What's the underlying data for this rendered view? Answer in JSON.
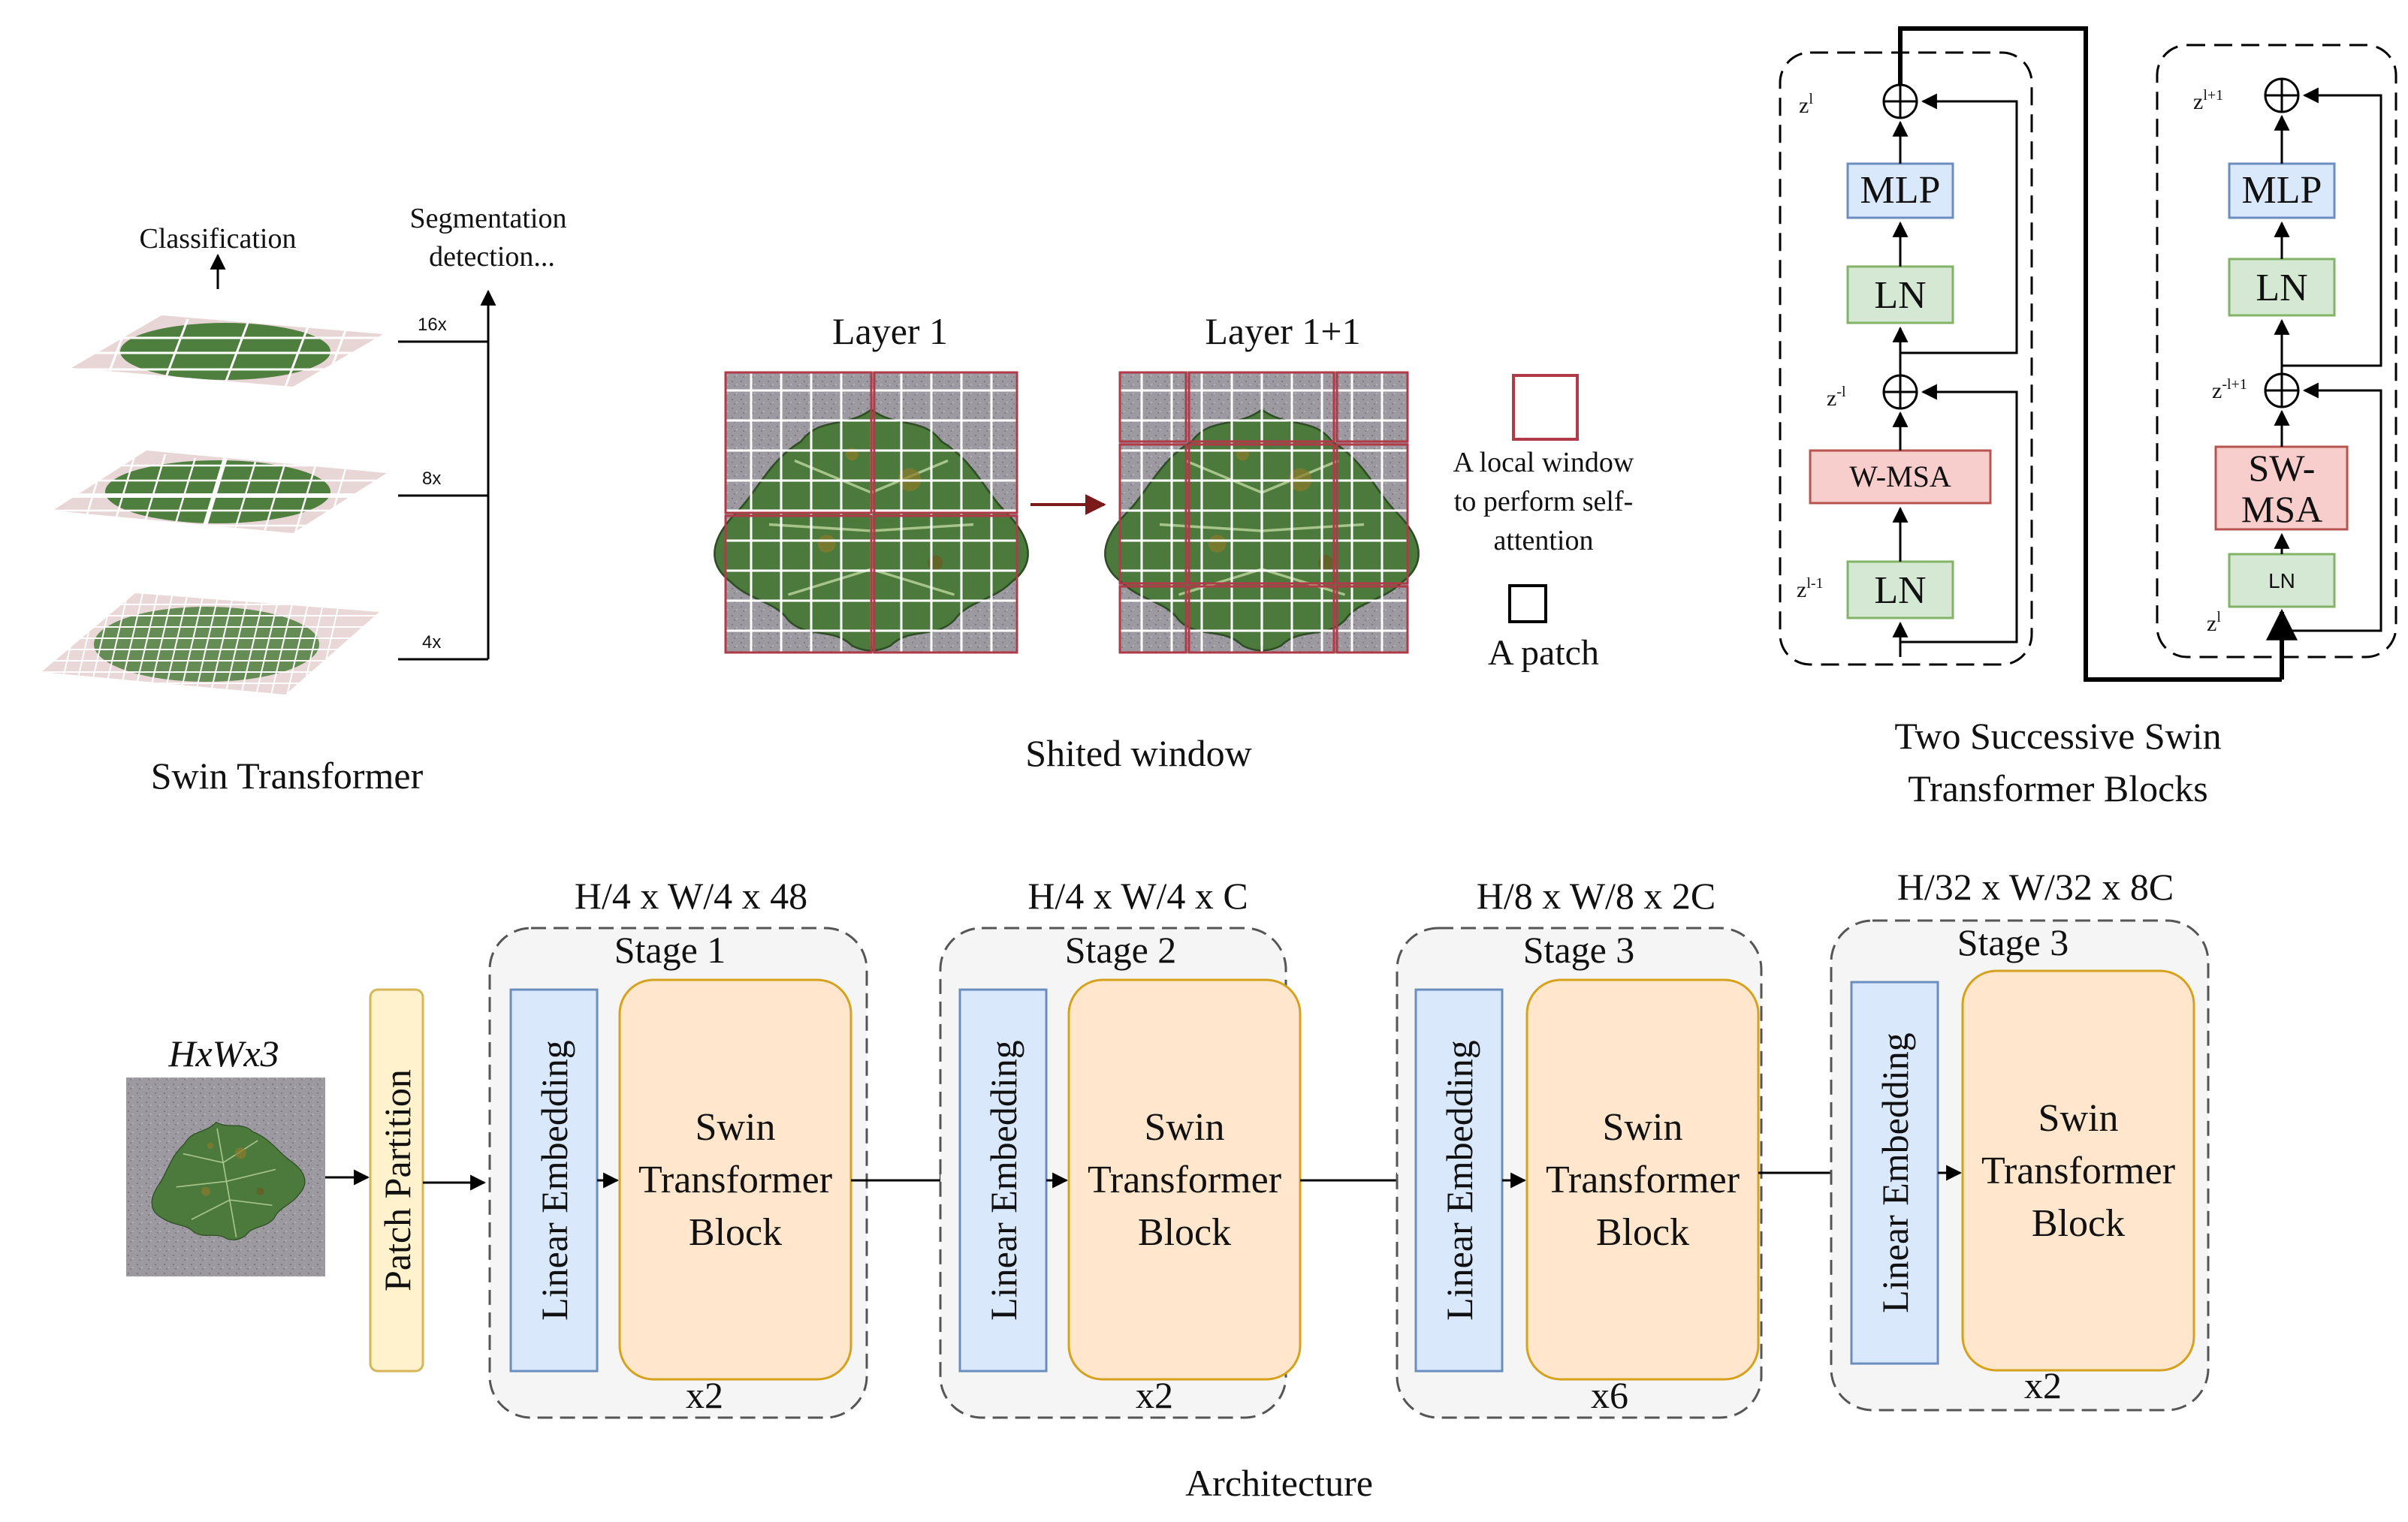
{
  "pyramid": {
    "classification": "Classification",
    "segmentation_line1": "Segmentation",
    "segmentation_line2": "detection...",
    "scale_16x": "16x",
    "scale_8x": "8x",
    "scale_4x": "4x",
    "caption": "Swin Transformer"
  },
  "shifted_window": {
    "layer_l": "Layer 1",
    "layer_l1": "Layer 1+1",
    "legend_window_line1": "A local window",
    "legend_window_line2": "to perform self-",
    "legend_window_line3": "attention",
    "legend_patch": "A patch",
    "caption": "Shited window"
  },
  "blocks": {
    "left": {
      "z_out": "z",
      "z_out_sup": "l",
      "mlp": "MLP",
      "ln_top": "LN",
      "z_mid": "z",
      "z_mid_sup": "-l",
      "attn": "W-MSA",
      "z_in": "z",
      "z_in_sup": "l-1",
      "ln_bottom": "LN"
    },
    "right": {
      "z_out": "z",
      "z_out_sup": "l+1",
      "mlp": "MLP",
      "ln_top": "LN",
      "z_mid": "z",
      "z_mid_sup": "-l+1",
      "attn_line1": "SW-",
      "attn_line2": "MSA",
      "z_in": "z",
      "z_in_sup": "l",
      "ln_bottom": "LN"
    },
    "caption_line1": "Two Successive Swin",
    "caption_line2": "Transformer Blocks"
  },
  "architecture": {
    "input_label": "HxWx3",
    "patch_partition": "Patch Partition",
    "stages": [
      {
        "dims": "H/4 x W/4 x 48",
        "name": "Stage 1",
        "embed": "Linear Embedding",
        "block_l1": "Swin",
        "block_l2": "Transformer",
        "block_l3": "Block",
        "repeat": "x2"
      },
      {
        "dims": "H/4 x W/4 x C",
        "name": "Stage 2",
        "embed": "Linear Embedding",
        "block_l1": "Swin",
        "block_l2": "Transformer",
        "block_l3": "Block",
        "repeat": "x2"
      },
      {
        "dims": "H/8 x W/8 x 2C",
        "name": "Stage 3",
        "embed": "Linear Embedding",
        "block_l1": "Swin",
        "block_l2": "Transformer",
        "block_l3": "Block",
        "repeat": "x6"
      },
      {
        "dims": "H/32 x W/32 x 8C",
        "name": "Stage 3",
        "embed": "Linear Embedding",
        "block_l1": "Swin",
        "block_l2": "Transformer",
        "block_l3": "Block",
        "repeat": "x2"
      }
    ],
    "caption": "Architecture"
  },
  "colors": {
    "blue_fill": "#dae8fc",
    "blue_stroke": "#6c8ebf",
    "green_fill": "#d5e8d4",
    "green_stroke": "#82b366",
    "red_fill": "#f8cecc",
    "red_stroke": "#b85450",
    "orange_fill": "#ffe6cc",
    "orange_stroke": "#d6a21e",
    "yellow_fill": "#fff2cc",
    "yellow_stroke": "#d6b656",
    "window_red": "#b03a48",
    "arrow_dark_red": "#7a1a1a"
  }
}
